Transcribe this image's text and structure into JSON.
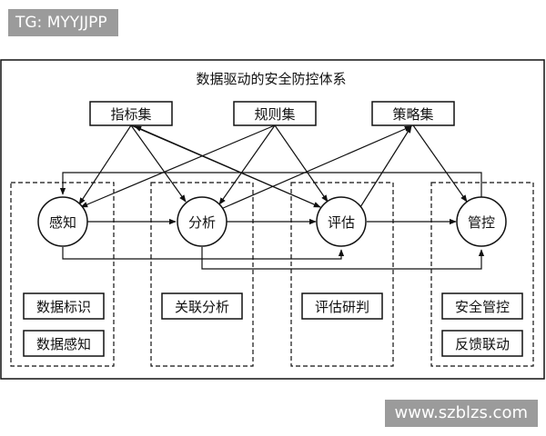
{
  "watermark_top": "TG: MYYJJPP",
  "watermark_bottom": "www.szblzs.com",
  "diagram": {
    "title": "数据驱动的安全防控体系",
    "sources": {
      "indicators": "指标集",
      "rules": "规则集",
      "strategies": "策略集"
    },
    "stages": {
      "perceive": "感知",
      "analyze": "分析",
      "evaluate": "评估",
      "control": "管控"
    },
    "tasks": {
      "data_labeling": "数据标识",
      "data_perception": "数据感知",
      "correlation_analysis": "关联分析",
      "evaluation_judgment": "评估研判",
      "security_control": "安全管控",
      "feedback_linkage": "反馈联动"
    }
  }
}
